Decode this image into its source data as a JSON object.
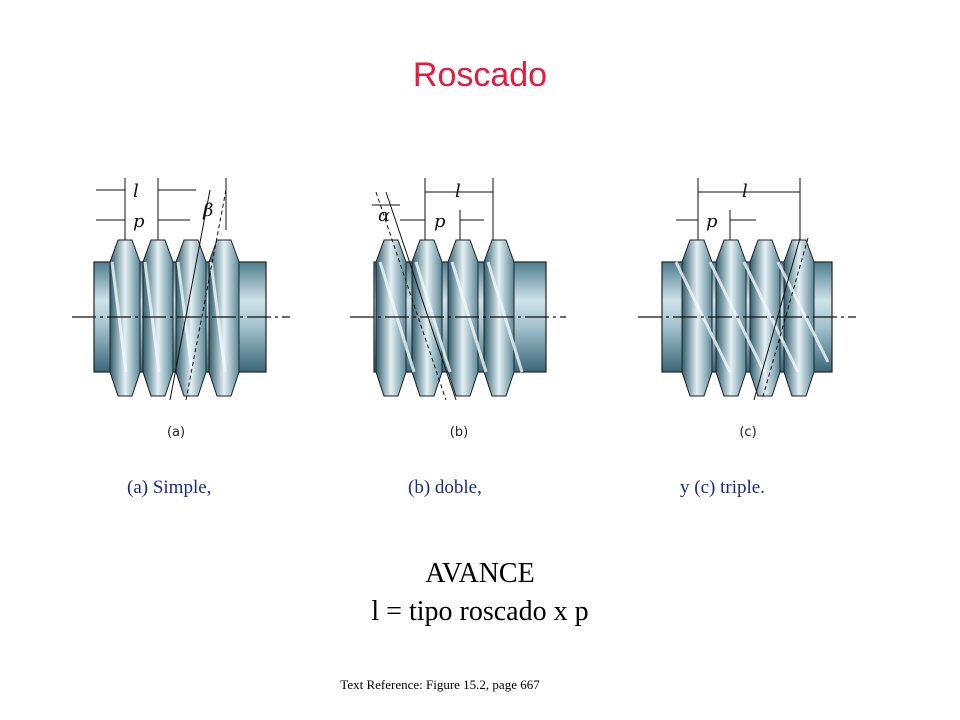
{
  "title": "Roscado",
  "colors": {
    "title": "#e8193c",
    "caption": "#1a2a8a",
    "thread_dark": "#3f6f80",
    "thread_light": "#d6e8ee"
  },
  "figures": [
    {
      "label": "(a)",
      "dims": [
        "l",
        "p",
        "β"
      ]
    },
    {
      "label": "(b)",
      "dims": [
        "α",
        "l",
        "p"
      ]
    },
    {
      "label": "(c)",
      "dims": [
        "l",
        "p"
      ]
    }
  ],
  "captions": {
    "a": "(a) Simple,",
    "b": "(b) doble,",
    "c": "y (c) triple."
  },
  "avance": "AVANCE",
  "formula": "l = tipo roscado  x p",
  "reference": "Text Reference:  Figure 15.2,  page 667"
}
